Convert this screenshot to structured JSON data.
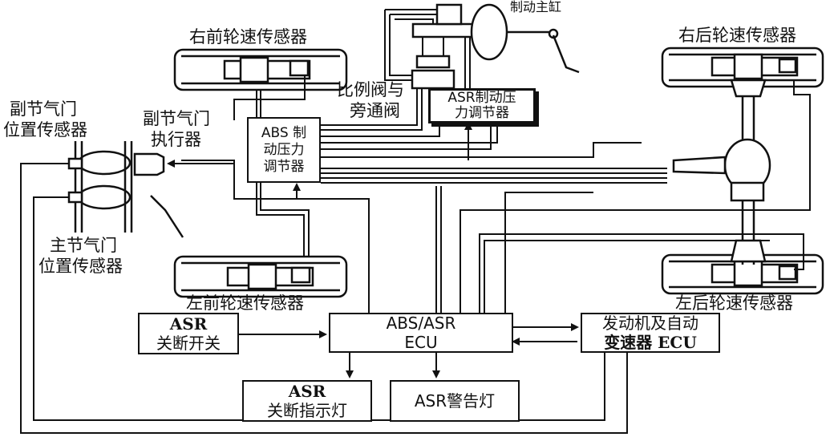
{
  "labels": {
    "master_cylinder": "制动主缸",
    "rf_sensor": "右前轮速传感器",
    "rr_sensor": "右后轮速传感器",
    "lf_sensor": "左前轮速传感器",
    "lr_sensor": "左后轮速传感器",
    "sub_throttle_pos_1": "副节气门",
    "sub_throttle_pos_2": "位置传感器",
    "sub_throttle_act_1": "副节气门",
    "sub_throttle_act_2": "执行器",
    "main_throttle_pos_1": "主节气门",
    "main_throttle_pos_2": "位置传感器",
    "prop_valve_1": "比例阀与",
    "prop_valve_2": "旁通阀"
  },
  "boxes": {
    "abs_modulator": [
      "ABS 制",
      "动压力",
      "调节器"
    ],
    "asr_modulator": [
      "ASR制动压",
      "力调节器"
    ],
    "asr_switch": [
      "ASR",
      "关断开关"
    ],
    "ecu": [
      "ABS/ASR",
      "ECU"
    ],
    "engine_ecu": [
      "发动机及自动",
      "变速器 ECU"
    ],
    "asr_indicator": [
      "ASR",
      "关断指示灯"
    ],
    "asr_warning": [
      "ASR警告灯"
    ]
  }
}
